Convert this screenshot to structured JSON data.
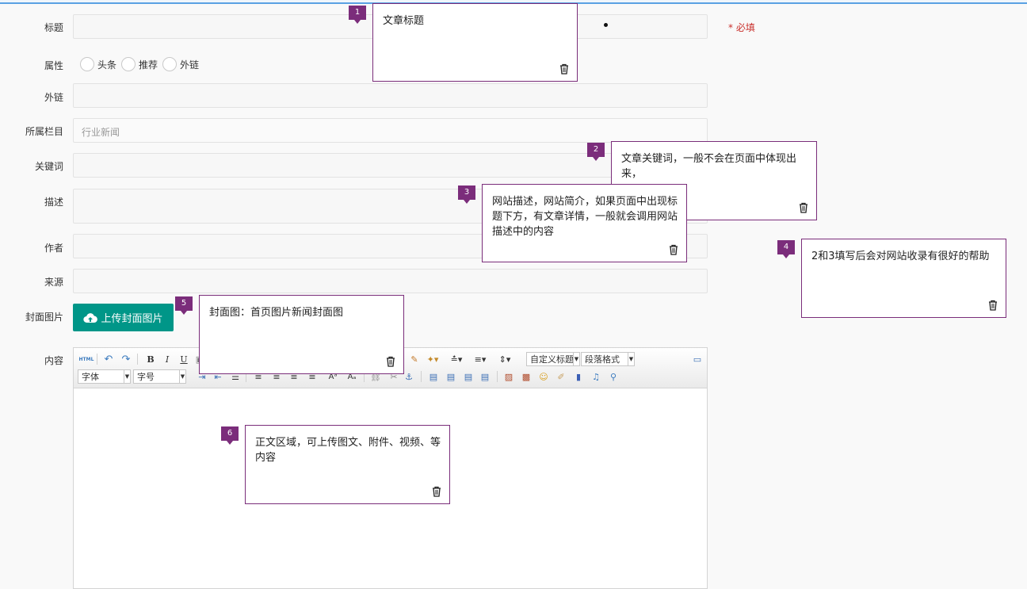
{
  "form": {
    "title_label": "标题",
    "required_hint": "* 必填",
    "attr_label": "属性",
    "attr_options": [
      "头条",
      "推荐",
      "外链"
    ],
    "link_label": "外链",
    "category_label": "所属栏目",
    "category_value": "行业新闻",
    "keywords_label": "关键词",
    "desc_label": "描述",
    "author_label": "作者",
    "source_label": "来源",
    "cover_label": "封面图片",
    "upload_label": "上传封面图片",
    "content_label": "内容"
  },
  "editor": {
    "html_label": "HTML",
    "custom_title": "自定义标题",
    "paragraph_format": "段落格式",
    "font_family": "字体",
    "font_size": "字号",
    "bold": "B",
    "italic": "I",
    "underline": "U"
  },
  "notes": [
    {
      "num": "1",
      "text": "文章标题"
    },
    {
      "num": "2",
      "text": "文章关键词，一般不会在页面中体现出来，"
    },
    {
      "num": "3",
      "text": "网站描述，网站简介，如果页面中出现标题下方，有文章详情，一般就会调用网站描述中的内容"
    },
    {
      "num": "4",
      "text": "2和3填写后会对网站收录有很好的帮助"
    },
    {
      "num": "5",
      "text": "封面图：首页图片新闻封面图"
    },
    {
      "num": "6",
      "text": "正文区域，可上传图文、附件、视频、等内容"
    }
  ],
  "colors": {
    "accent": "#009688",
    "note_border": "#7a2d7a",
    "note_badge": "#7b2d7b",
    "required": "#c9302c",
    "topbar": "#5aa1e3"
  }
}
